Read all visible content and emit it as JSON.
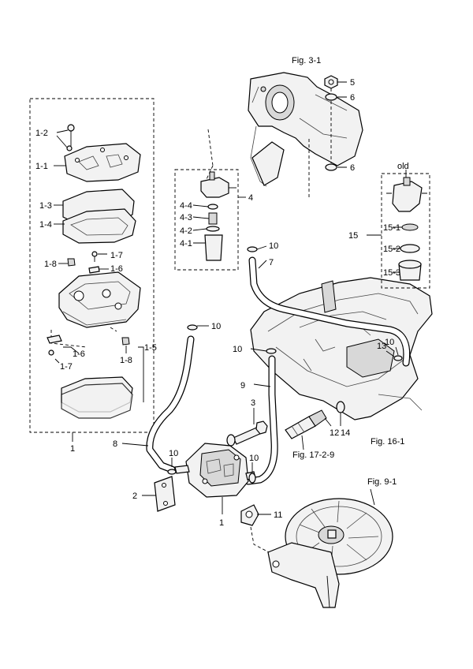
{
  "figure_refs": {
    "fig_3_1": "Fig. 3-1",
    "fig_16_1": "Fig. 16-1",
    "fig_17_2_9": "Fig. 17-2-9",
    "fig_9_1": "Fig. 9-1"
  },
  "labels": {
    "l1_2": "1-2",
    "l1_1": "1-1",
    "l1_3": "1-3",
    "l1_4": "1-4",
    "l1_8a": "1-8",
    "l1_7a": "1-7",
    "l1_6a": "1-6",
    "l1_6b": "1-6",
    "l1_7b": "1-7",
    "l1_8b": "1-8",
    "l1_5": "1-5",
    "l1_group": "1",
    "l4_4": "4-4",
    "l4_3": "4-3",
    "l4_2": "4-2",
    "l4_1": "4-1",
    "l4": "4",
    "l5": "5",
    "l6a": "6",
    "l6b": "6",
    "l7": "7",
    "l10_top": "10",
    "l10_left": "10",
    "l10_mid": "10",
    "l10_pump": "10",
    "l10_lower": "10",
    "l10_right": "10",
    "l13": "13",
    "l9": "9",
    "l8": "8",
    "l3": "3",
    "l2": "2",
    "l1_pump": "1",
    "l11": "11",
    "l12": "12",
    "l14": "14",
    "l_old": "old",
    "l15": "15",
    "l15_1": "15-1",
    "l15_2": "15-2",
    "l15_3": "15-3"
  }
}
